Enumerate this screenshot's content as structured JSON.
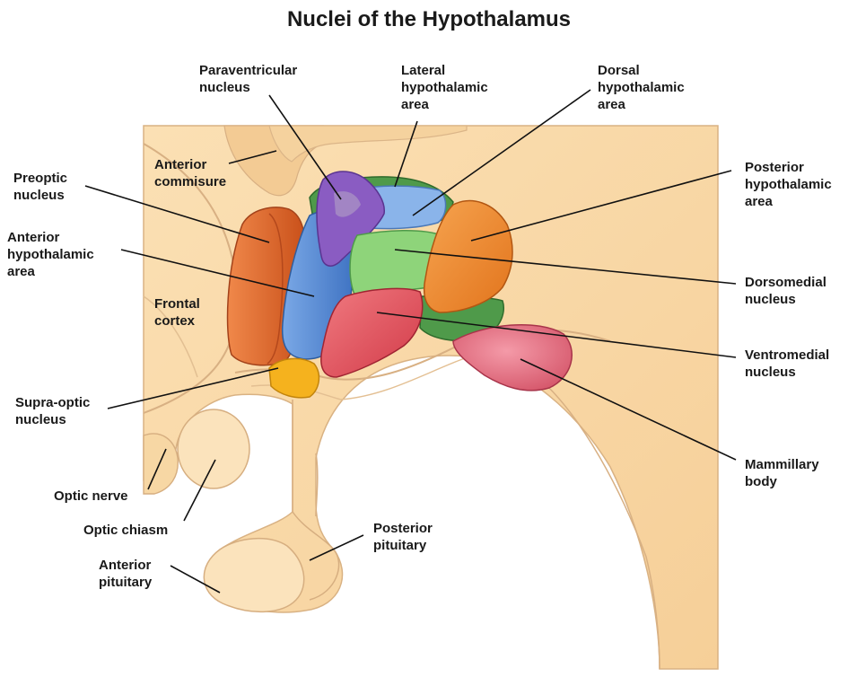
{
  "title": "Nuclei of the Hypothalamus",
  "colors": {
    "background_tissue": "#f9d9a9",
    "tissue_outline": "#d8b486",
    "preoptic": "#e06a2c",
    "anterior_hypothalamic": "#5a8fd8",
    "paraventricular": "#8a5cc2",
    "lateral_hypothalamic": "#4f9a4a",
    "dorsal_hypothalamic": "#8ab4ea",
    "posterior_hypothalamic": "#ef8a2c",
    "dorsomedial": "#8ed47a",
    "ventromedial": "#e8505e",
    "mammillary": "#e07080",
    "supraoptic": "#f5b21e"
  },
  "labels": {
    "paraventricular": [
      "Paraventricular",
      "nucleus"
    ],
    "lateral": [
      "Lateral",
      "hypothalamic",
      "area"
    ],
    "dorsal": [
      "Dorsal",
      "hypothalamic",
      "area"
    ],
    "anterior_commisure": [
      "Anterior",
      "commisure"
    ],
    "preoptic": [
      "Preoptic",
      "nucleus"
    ],
    "posterior_hypothalamic": [
      "Posterior",
      "hypothalamic",
      "area"
    ],
    "anterior_hypothalamic": [
      "Anterior",
      "hypothalamic",
      "area"
    ],
    "frontal_cortex": [
      "Frontal",
      "cortex"
    ],
    "dorsomedial": [
      "Dorsomedial",
      "nucleus"
    ],
    "ventromedial": [
      "Ventromedial",
      "nucleus"
    ],
    "supraoptic": [
      "Supra-optic",
      "nucleus"
    ],
    "mammillary": [
      "Mammillary",
      "body"
    ],
    "optic_nerve": [
      "Optic nerve"
    ],
    "optic_chiasm": [
      "Optic chiasm"
    ],
    "posterior_pituitary": [
      "Posterior",
      "pituitary"
    ],
    "anterior_pituitary": [
      "Anterior",
      "pituitary"
    ]
  }
}
